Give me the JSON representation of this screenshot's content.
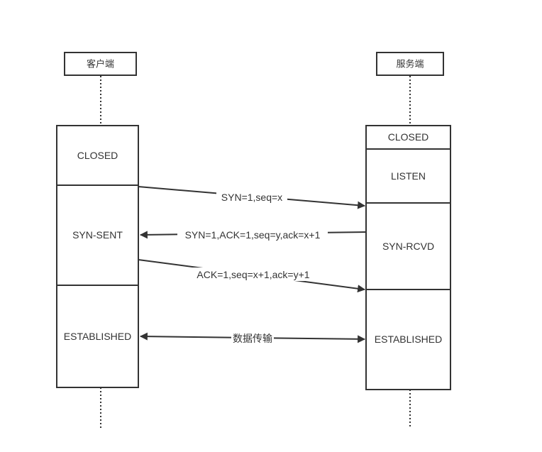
{
  "diagram": {
    "client": {
      "header": "客户端",
      "states": [
        "CLOSED",
        "SYN-SENT",
        "ESTABLISHED"
      ]
    },
    "server": {
      "header": "服务端",
      "states": [
        "CLOSED",
        "LISTEN",
        "SYN-RCVD",
        "ESTABLISHED"
      ]
    },
    "messages": [
      {
        "label": "SYN=1,seq=x",
        "direction": "client-to-server"
      },
      {
        "label": "SYN=1,ACK=1,seq=y,ack=x+1",
        "direction": "server-to-client"
      },
      {
        "label": "ACK=1,seq=x+1,ack=y+1",
        "direction": "client-to-server"
      },
      {
        "label": "数据传输",
        "direction": "bidirectional"
      }
    ],
    "colors": {
      "line": "#333333",
      "text": "#333333",
      "background": "#ffffff"
    }
  }
}
